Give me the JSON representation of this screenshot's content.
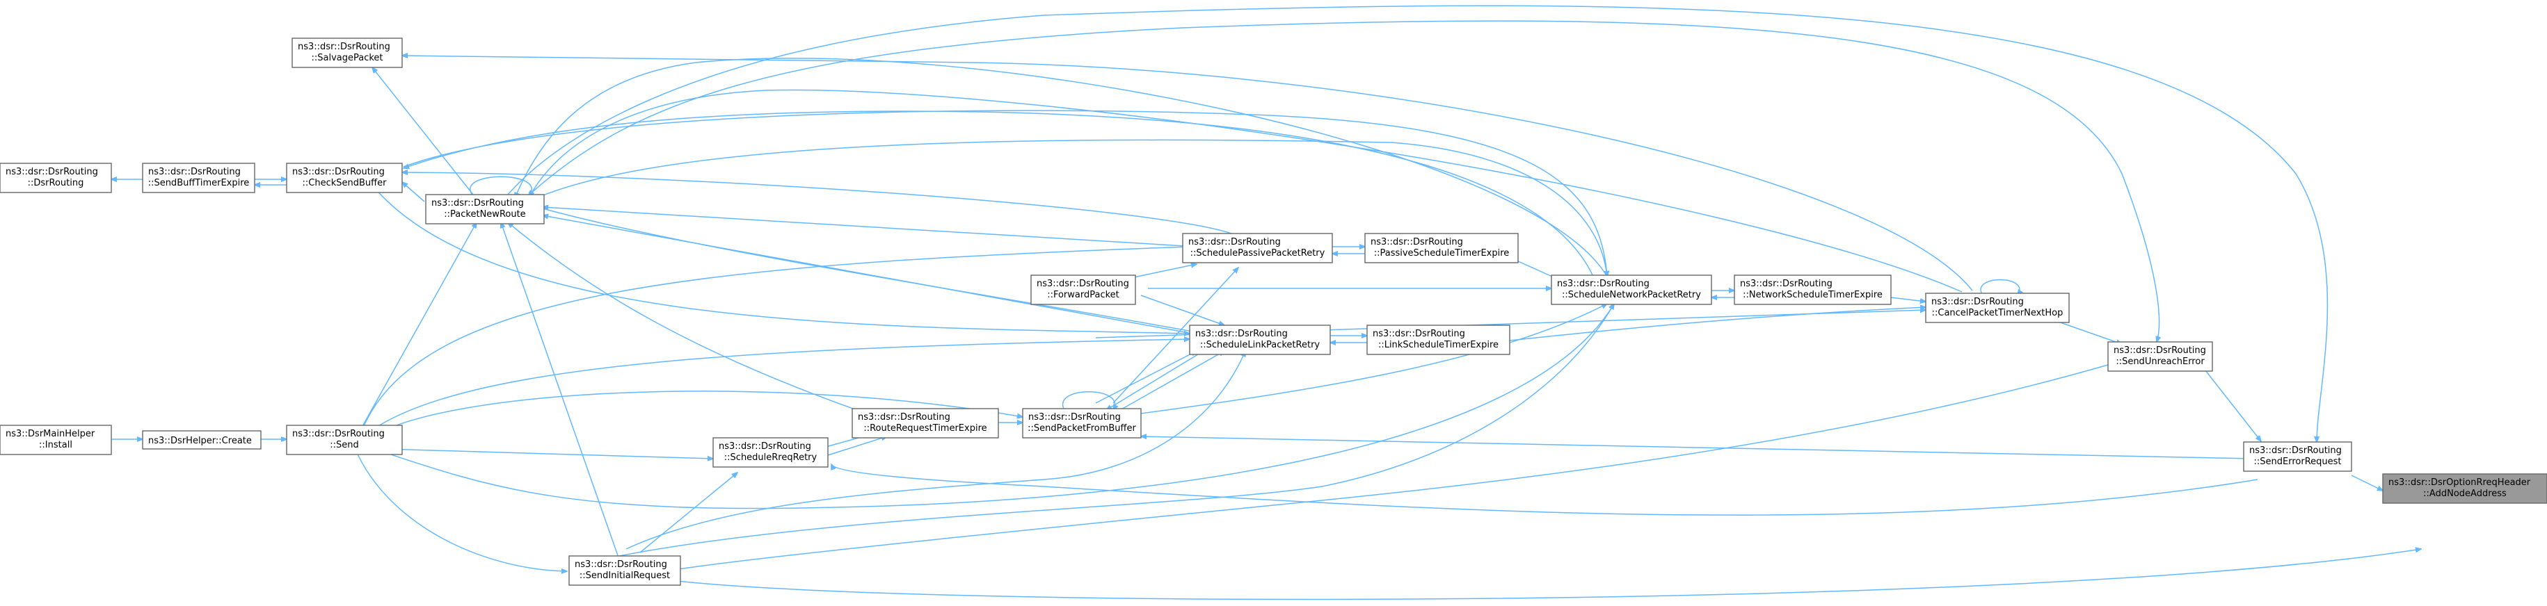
{
  "colors": {
    "edge": "#63b8ff",
    "node_border": "#666666",
    "highlight_fill": "#999999",
    "background": "#ffffff"
  },
  "nodes": {
    "addnodeaddress": {
      "l1": "ns3::dsr::DsrOptionRreqHeader",
      "l2": "::AddNodeAddress"
    },
    "senderrorrequest": {
      "l1": "ns3::dsr::DsrRouting",
      "l2": "::SendErrorRequest"
    },
    "sendunreacherror": {
      "l1": "ns3::dsr::DsrRouting",
      "l2": "::SendUnreachError"
    },
    "cancelpackettimernexthop": {
      "l1": "ns3::dsr::DsrRouting",
      "l2": "::CancelPacketTimerNextHop"
    },
    "networkscheduletimerexpire": {
      "l1": "ns3::dsr::DsrRouting",
      "l2": "::NetworkScheduleTimerExpire"
    },
    "schedulenetworkpacketretry": {
      "l1": "ns3::dsr::DsrRouting",
      "l2": "::ScheduleNetworkPacketRetry"
    },
    "passivescheduletimerexpire": {
      "l1": "ns3::dsr::DsrRouting",
      "l2": "::PassiveScheduleTimerExpire"
    },
    "linkscheduletimerexpire": {
      "l1": "ns3::dsr::DsrRouting",
      "l2": "::LinkScheduleTimerExpire"
    },
    "schedulepassivepacketretry": {
      "l1": "ns3::dsr::DsrRouting",
      "l2": "::SchedulePassivePacketRetry"
    },
    "forwardpacket": {
      "l1": "ns3::dsr::DsrRouting",
      "l2": "::ForwardPacket"
    },
    "schedulelinkpacketretry": {
      "l1": "ns3::dsr::DsrRouting",
      "l2": "::ScheduleLinkPacketRetry"
    },
    "sendpacketfrombuffer": {
      "l1": "ns3::dsr::DsrRouting",
      "l2": "::SendPacketFromBuffer"
    },
    "routerequesttimerexpire": {
      "l1": "ns3::dsr::DsrRouting",
      "l2": "::RouteRequestTimerExpire"
    },
    "schedulerreqretry": {
      "l1": "ns3::dsr::DsrRouting",
      "l2": "::ScheduleRreqRetry"
    },
    "sendinitialrequest": {
      "l1": "ns3::dsr::DsrRouting",
      "l2": "::SendInitialRequest"
    },
    "packetnewroute": {
      "l1": "ns3::dsr::DsrRouting",
      "l2": "::PacketNewRoute"
    },
    "salvagepacket": {
      "l1": "ns3::dsr::DsrRouting",
      "l2": "::SalvagePacket"
    },
    "checksendbuffer": {
      "l1": "ns3::dsr::DsrRouting",
      "l2": "::CheckSendBuffer"
    },
    "send": {
      "l1": "ns3::dsr::DsrRouting",
      "l2": "::Send"
    },
    "sendbufftimerexpire": {
      "l1": "ns3::dsr::DsrRouting",
      "l2": "::SendBuffTimerExpire"
    },
    "dsrrouting": {
      "l1": "ns3::dsr::DsrRouting",
      "l2": "::DsrRouting"
    },
    "create": {
      "l1": "ns3::DsrHelper::Create"
    },
    "install": {
      "l1": "ns3::DsrMainHelper",
      "l2": "::Install"
    }
  }
}
